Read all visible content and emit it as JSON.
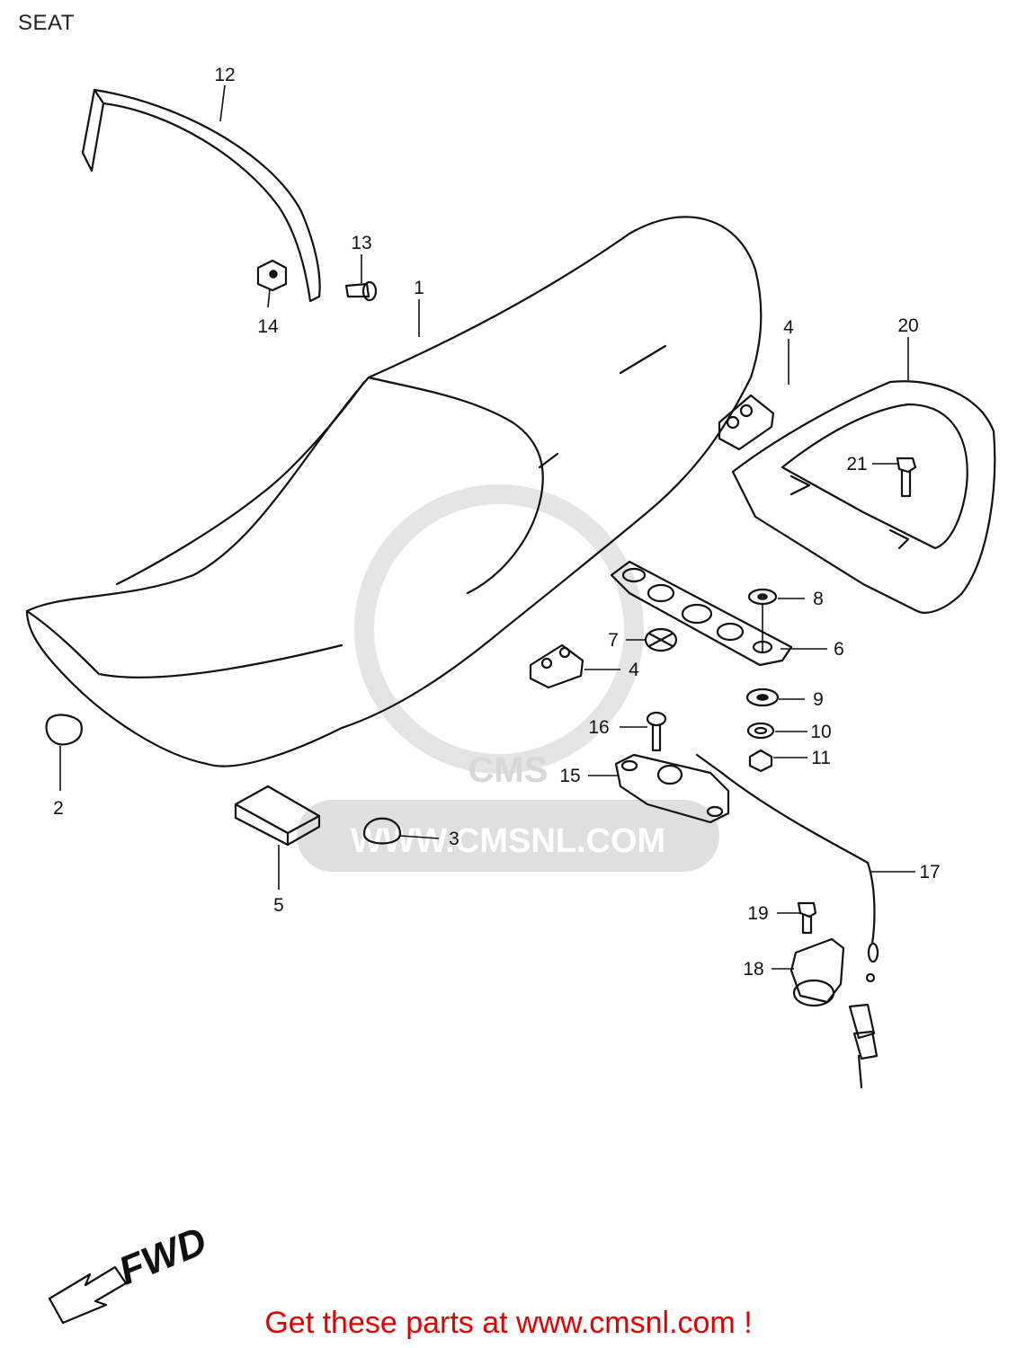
{
  "page_title": "SEAT",
  "watermark": {
    "logo_text": "CMS",
    "url_text": "WWW.CMSNL.COM"
  },
  "direction_label": "FWD",
  "callouts": [
    {
      "part": "12"
    },
    {
      "part": "13"
    },
    {
      "part": "14"
    },
    {
      "part": "1"
    },
    {
      "part": "4"
    },
    {
      "part": "20"
    },
    {
      "part": "21"
    },
    {
      "part": "8"
    },
    {
      "part": "7"
    },
    {
      "part": "6"
    },
    {
      "part": "4"
    },
    {
      "part": "9"
    },
    {
      "part": "16"
    },
    {
      "part": "10"
    },
    {
      "part": "11"
    },
    {
      "part": "15"
    },
    {
      "part": "2"
    },
    {
      "part": "3"
    },
    {
      "part": "5"
    },
    {
      "part": "17"
    },
    {
      "part": "19"
    },
    {
      "part": "18"
    }
  ],
  "footer_text": "Get these parts at www.cmsnl.com !",
  "colors": {
    "line": "#111111",
    "footer": "#e00000",
    "watermark": "#d9d9d9"
  }
}
